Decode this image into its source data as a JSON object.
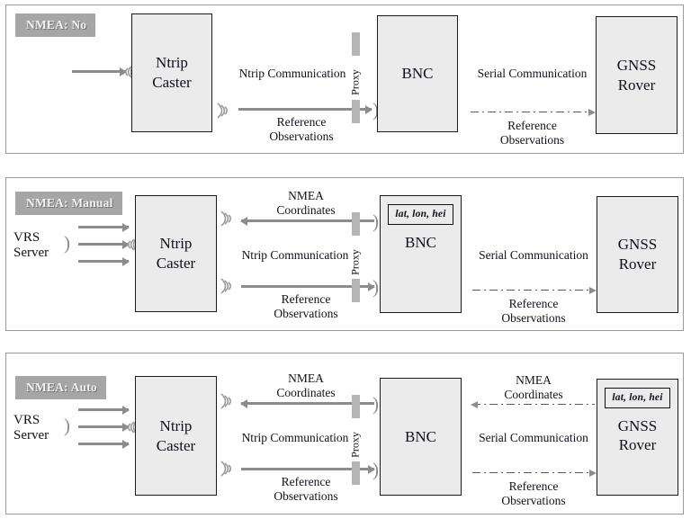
{
  "diagram": {
    "title": "NTRIP / BNC NMEA communication modes",
    "colors": {
      "node_fill": "#ebebeb",
      "node_border": "#1a1a1a",
      "badge_bg": "#a6a6a6",
      "badge_text": "#f2f2f2",
      "solid_arrow": "#8c8c8c",
      "dash_arrow": "#5a5a5a",
      "panel_border": "#9a9a9a",
      "proxy_bar": "#b5b5b5"
    }
  },
  "panels": [
    {
      "id": "nmea-no",
      "badge": "NMEA: No",
      "nodes": {
        "caster": {
          "line1": "Ntrip",
          "line2": "Caster"
        },
        "bnc": {
          "line1": "BNC",
          "line2": ""
        },
        "rover": {
          "line1": "GNSS",
          "line2": "Rover"
        }
      },
      "labels": {
        "ntrip_comm": "Ntrip Communication",
        "ref_obs_line1": "Reference",
        "ref_obs_line2": "Observations",
        "serial_comm": "Serial Communication",
        "serial_ref_line1": "Reference",
        "serial_ref_line2": "Observations",
        "proxy": "Proxy"
      }
    },
    {
      "id": "nmea-manual",
      "badge": "NMEA: Manual",
      "nodes": {
        "vrs": {
          "line1": "VRS",
          "line2": "Server"
        },
        "caster": {
          "line1": "Ntrip",
          "line2": "Caster"
        },
        "bnc": {
          "line1": "BNC",
          "line2": "",
          "coordbox": "lat, lon, hei"
        },
        "rover": {
          "line1": "GNSS",
          "line2": "Rover"
        }
      },
      "labels": {
        "nmea_coords_line1": "NMEA",
        "nmea_coords_line2": "Coordinates",
        "ntrip_comm": "Ntrip Communication",
        "ref_obs_line1": "Reference",
        "ref_obs_line2": "Observations",
        "serial_comm": "Serial Communication",
        "serial_ref_line1": "Reference",
        "serial_ref_line2": "Observations",
        "proxy": "Proxy"
      }
    },
    {
      "id": "nmea-auto",
      "badge": "NMEA: Auto",
      "nodes": {
        "vrs": {
          "line1": "VRS",
          "line2": "Server"
        },
        "caster": {
          "line1": "Ntrip",
          "line2": "Caster"
        },
        "bnc": {
          "line1": "BNC",
          "line2": ""
        },
        "rover": {
          "line1": "GNSS",
          "line2": "Rover",
          "coordbox": "lat, lon, hei"
        }
      },
      "labels": {
        "nmea_coords_line1": "NMEA",
        "nmea_coords_line2": "Coordinates",
        "ntrip_comm": "Ntrip Communication",
        "ref_obs_line1": "Reference",
        "ref_obs_line2": "Observations",
        "serial_nmea_line1": "NMEA",
        "serial_nmea_line2": "Coordinates",
        "serial_comm": "Serial Communication",
        "serial_ref_line1": "Reference",
        "serial_ref_line2": "Observations",
        "proxy": "Proxy"
      }
    }
  ],
  "icons": {
    "antenna": "antenna-waves-icon",
    "receiver": "receiver-bracket-icon",
    "proxy": "proxy-gate-icon"
  }
}
